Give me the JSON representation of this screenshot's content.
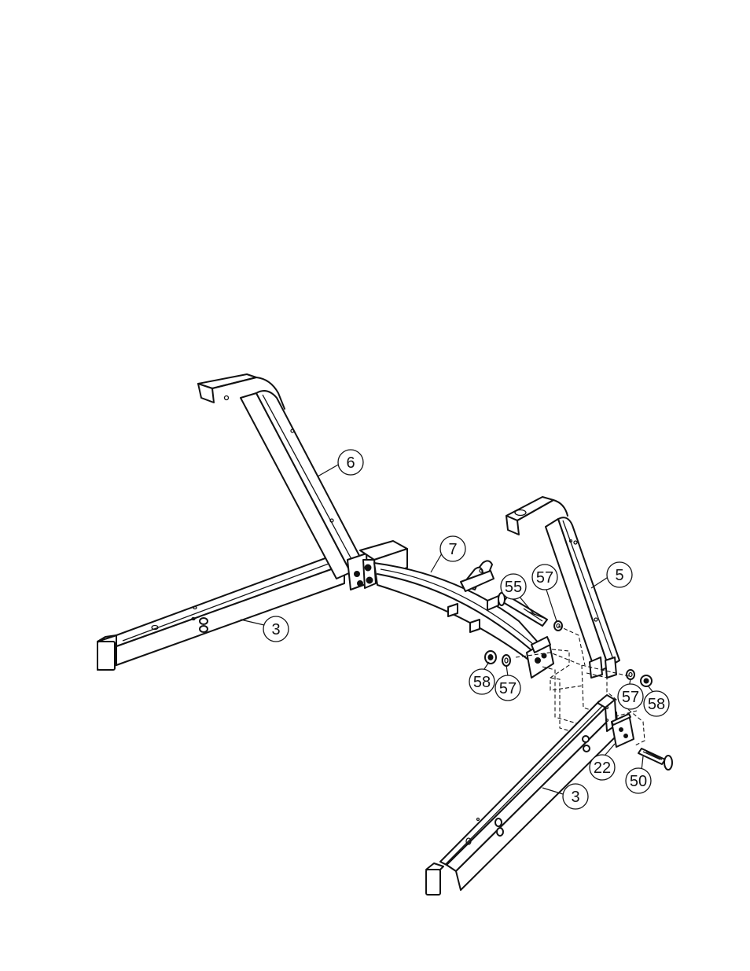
{
  "callouts": {
    "part_6": "6",
    "part_7": "7",
    "part_5": "5",
    "part_55": "55",
    "part_57_left": "57",
    "part_57_right": "57",
    "part_57_bottom": "57",
    "part_58_left": "58",
    "part_58_right": "58",
    "part_3_left": "3",
    "part_3_right": "3",
    "part_22": "22",
    "part_50": "50"
  },
  "colors": {
    "line": "#111111",
    "background": "#ffffff"
  }
}
